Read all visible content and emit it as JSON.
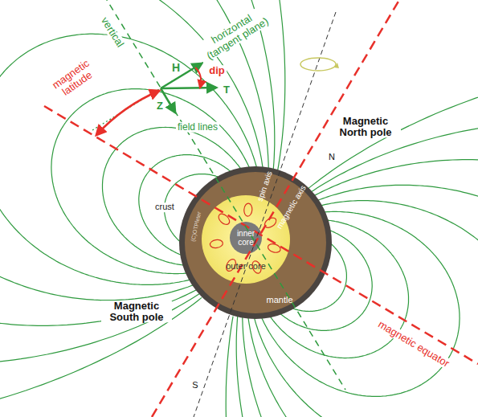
{
  "diagram": {
    "nodes": [
      {
        "text": [
          "crust"
        ]
      },
      {
        "text": [
          "mantle"
        ],
        "in": 0
      },
      {
        "text": [
          "outer core"
        ],
        "in": 1
      },
      {
        "text": [
          "inner core"
        ],
        "in": 2
      }
    ],
    "labels": [
      "vertical",
      "horizontal (tangent plane)",
      "magnetic latitude",
      "H",
      "dip",
      "Z",
      "T",
      "field lines",
      "spin axis",
      "magnetic axis",
      "Magnetic North pole",
      "N",
      "Magnetic South pole",
      "S",
      "magnetic equator",
      "(C)OTPleter"
    ]
  }
}
